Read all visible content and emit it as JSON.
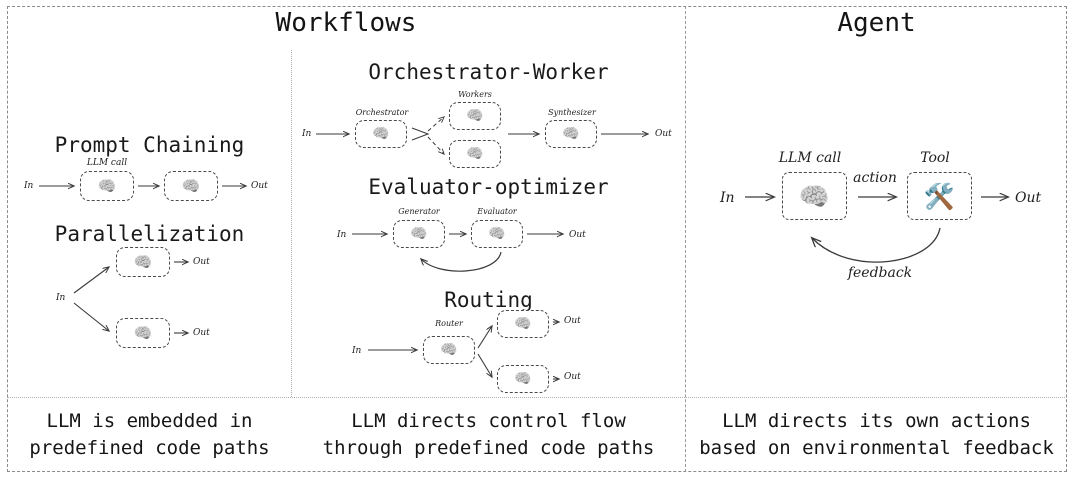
{
  "headers": {
    "workflows": "Workflows",
    "agent": "Agent"
  },
  "patterns": {
    "prompt_chaining": {
      "title": "Prompt Chaining",
      "in_label": "In",
      "out_label": "Out",
      "node_label": "LLM call",
      "nodes": [
        "brain-icon",
        "brain-icon"
      ]
    },
    "parallelization": {
      "title": "Parallelization",
      "in_label": "In",
      "out_label_top": "Out",
      "out_label_bottom": "Out",
      "nodes": [
        "brain-icon",
        "brain-icon"
      ]
    },
    "orchestrator_worker": {
      "title": "Orchestrator-Worker",
      "in_label": "In",
      "out_label": "Out",
      "orchestrator_label": "Orchestrator",
      "workers_label": "Workers",
      "synthesizer_label": "Synthesizer"
    },
    "evaluator_optimizer": {
      "title": "Evaluator-optimizer",
      "in_label": "In",
      "out_label": "Out",
      "generator_label": "Generator",
      "evaluator_label": "Evaluator"
    },
    "routing": {
      "title": "Routing",
      "in_label": "In",
      "router_label": "Router",
      "out_label_top": "Out",
      "out_label_bottom": "Out"
    },
    "agent": {
      "in_label": "In",
      "out_label": "Out",
      "llm_call_label": "LLM call",
      "tool_label": "Tool",
      "action_label": "action",
      "feedback_label": "feedback"
    }
  },
  "captions": {
    "workflows_left": "LLM is embedded in\npredefined code paths",
    "workflows_right": "LLM directs control flow\nthrough predefined code paths",
    "agent": "LLM directs its own actions\nbased on environmental feedback"
  },
  "icons": {
    "brain": "🧠",
    "tool": "🛠️"
  },
  "colors": {
    "text": "#151515",
    "node_border": "#4a4a4a",
    "divider": "#9a9a9a",
    "background": "#ffffff",
    "tool_wrench": "#5d9cb8",
    "tool_hammer": "#8b5a2b"
  }
}
